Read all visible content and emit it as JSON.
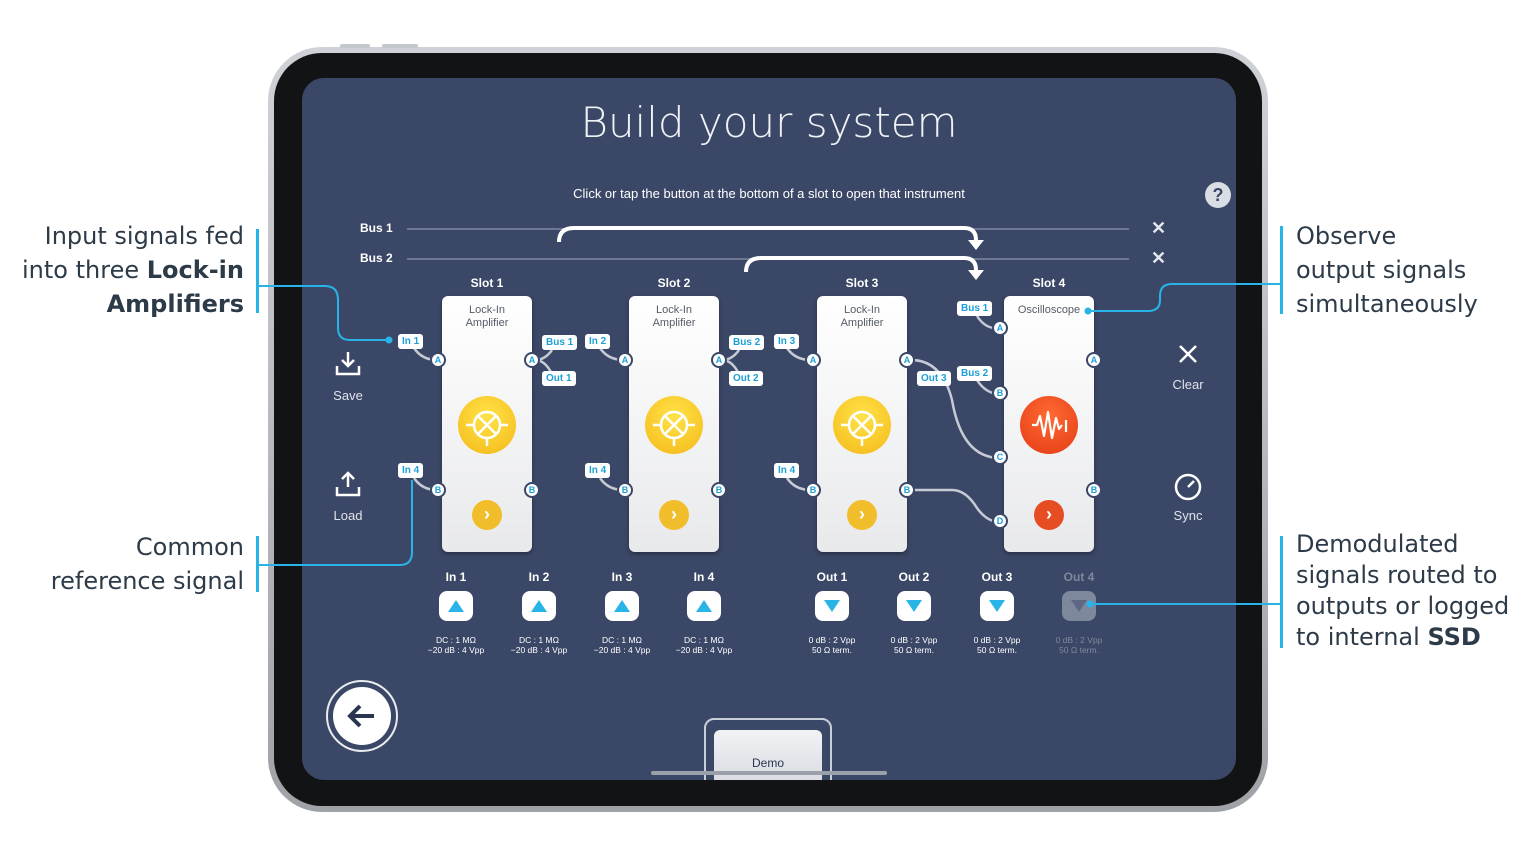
{
  "annotations": {
    "input_signals": [
      "Input signals fed",
      "into three ",
      "Lock-in",
      "Amplifiers"
    ],
    "common_reference": [
      "Common",
      "reference signal"
    ],
    "observe": [
      "Observe",
      "output signals",
      "simultaneously"
    ],
    "demodulated": [
      "Demodulated",
      "signals routed to",
      "outputs or logged",
      "to internal ",
      "SSD"
    ]
  },
  "screen": {
    "title": "Build your system",
    "subtitle": "Click or tap the button at the bottom of a slot to open that instrument",
    "help_label": "?"
  },
  "buses": [
    {
      "label": "Bus 1",
      "close": "✕"
    },
    {
      "label": "Bus 2",
      "close": "✕"
    }
  ],
  "slots": [
    {
      "label": "Slot 1",
      "name": [
        "Lock-In",
        "Amplifier"
      ],
      "open": "›"
    },
    {
      "label": "Slot 2",
      "name": [
        "Lock-In",
        "Amplifier"
      ],
      "open": "›"
    },
    {
      "label": "Slot 3",
      "name": [
        "Lock-In",
        "Amplifier"
      ],
      "open": "›"
    },
    {
      "label": "Slot 4",
      "name": [
        "Oscilloscope",
        ""
      ],
      "open": "›"
    }
  ],
  "ports": {
    "A": "A",
    "B": "B",
    "C": "C",
    "D": "D"
  },
  "tags": {
    "in1": "In 1",
    "in2": "In 2",
    "in3": "In 3",
    "in4": "In 4",
    "bus1": "Bus 1",
    "bus2": "Bus 2",
    "out1": "Out 1",
    "out2": "Out 2",
    "out3": "Out 3"
  },
  "side_buttons": {
    "save": "Save",
    "load": "Load",
    "clear": "Clear",
    "sync": "Sync"
  },
  "inputs": [
    {
      "label": "In 1",
      "spec": [
        "DC : 1 MΩ",
        "−20 dB : 4 Vpp"
      ]
    },
    {
      "label": "In 2",
      "spec": [
        "DC : 1 MΩ",
        "−20 dB : 4 Vpp"
      ]
    },
    {
      "label": "In 3",
      "spec": [
        "DC : 1 MΩ",
        "−20 dB : 4 Vpp"
      ]
    },
    {
      "label": "In 4",
      "spec": [
        "DC : 1 MΩ",
        "−20 dB : 4 Vpp"
      ]
    }
  ],
  "outputs": [
    {
      "label": "Out 1",
      "spec": [
        "0 dB : 2 Vpp",
        "50 Ω term."
      ],
      "enabled": true
    },
    {
      "label": "Out 2",
      "spec": [
        "0 dB : 2 Vpp",
        "50 Ω term."
      ],
      "enabled": true
    },
    {
      "label": "Out 3",
      "spec": [
        "0 dB : 2 Vpp",
        "50 Ω term."
      ],
      "enabled": true
    },
    {
      "label": "Out 4",
      "spec": [
        "0 dB : 2 Vpp",
        "50 Ω term."
      ],
      "enabled": false
    }
  ],
  "demo_label": "Demo",
  "colors": {
    "screen_bg": "#3b4766",
    "accent_blue": "#28b4e6",
    "lockin_yellow": "#f4b817",
    "scope_red": "#e33b14"
  },
  "icons": {
    "save": "download-icon",
    "load": "upload-icon",
    "clear": "close-icon",
    "sync": "gauge-icon",
    "back": "arrow-left-icon",
    "lockin": "lockin-icon",
    "scope": "waveform-icon"
  }
}
